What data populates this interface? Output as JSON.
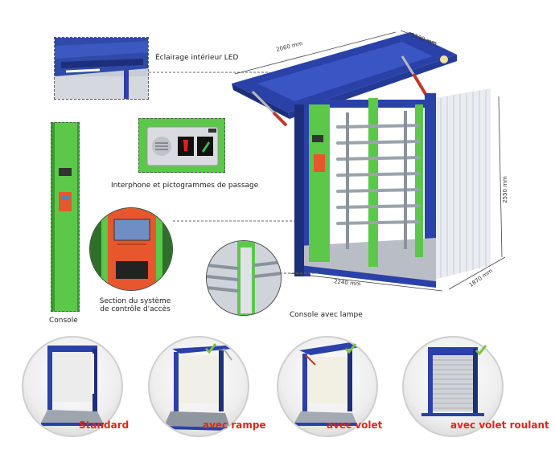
{
  "labels": {
    "led": "Éclairage intérieur LED",
    "interphone": "Interphone et pictogrammes de passage",
    "control_line1": "Section du système",
    "control_line2": "de contrôle d'accès",
    "console": "Console",
    "console_lamp": "Console avec lampe"
  },
  "dimensions": {
    "roof_width": "2060 mm",
    "roof_depth": "1130 mm",
    "height": "2550 mm",
    "width": "2240 mm",
    "depth": "1870 mm"
  },
  "variants": [
    {
      "label": "Standard",
      "checked": false
    },
    {
      "label": "avec rampe",
      "checked": true
    },
    {
      "label": "avec volet",
      "checked": true
    },
    {
      "label": "avec volet roulant",
      "checked": true
    }
  ],
  "colors": {
    "frame_blue": "#2a41a8",
    "panel_green": "#5cc84a",
    "control_orange": "#e8562e",
    "label_red": "#e2231a",
    "check_green": "#7dc241"
  }
}
